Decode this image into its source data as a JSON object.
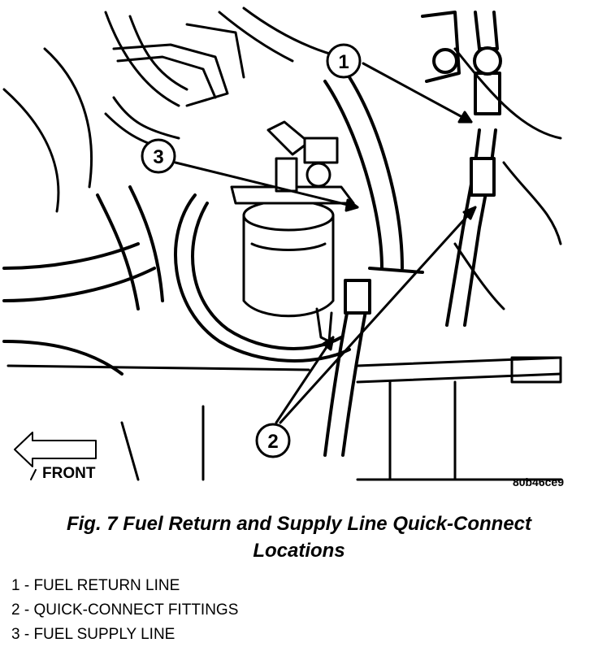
{
  "figure": {
    "caption_line1": "Fig. 7 Fuel Return and Supply Line Quick-Connect",
    "caption_line2": "Locations",
    "image_code": "80b46ce9",
    "direction_label": "FRONT"
  },
  "callouts": [
    {
      "number": "1"
    },
    {
      "number": "2"
    },
    {
      "number": "3"
    }
  ],
  "legend": [
    "1 - FUEL RETURN LINE",
    "2 - QUICK-CONNECT FITTINGS",
    "3 - FUEL SUPPLY LINE"
  ]
}
